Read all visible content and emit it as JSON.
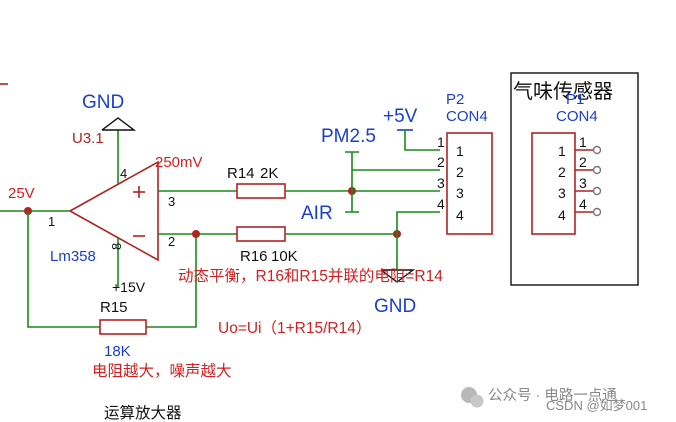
{
  "schematic": {
    "opamp": {
      "ref": "U3.1",
      "part": "Lm358",
      "pin_plus": "3",
      "pin_minus": "2",
      "pin_out": "1",
      "pin_vcc": "8",
      "pin_gnd": "4",
      "supply": "+15V"
    },
    "labels": {
      "gnd_top": "GND",
      "gnd_bottom": "GND",
      "vin": "25V",
      "vref": "250mV",
      "pm25": "PM2.5",
      "air": "AIR",
      "plus5v": "+5V",
      "p2_ref": "P2",
      "p2_type": "CON4",
      "sensor_title": "气味传感器",
      "p1_ref": "P1",
      "p1_type": "CON4"
    },
    "resistors": [
      {
        "ref": "R14",
        "value": "2K"
      },
      {
        "ref": "R16",
        "value": "10K"
      },
      {
        "ref": "R15",
        "value": "18K"
      }
    ],
    "connector_pins": [
      "1",
      "2",
      "3",
      "4"
    ],
    "annotations": {
      "balance": "动态平衡，R16和R15并联的电阻=R14",
      "formula": "Uo=Ui（1+R15/R14）",
      "noise": "电阻越大，噪声越大",
      "caption": "运算放大器"
    },
    "watermark": {
      "brand": "公众号 · 电路一点通",
      "credit": "CSDN @如梦001"
    }
  }
}
